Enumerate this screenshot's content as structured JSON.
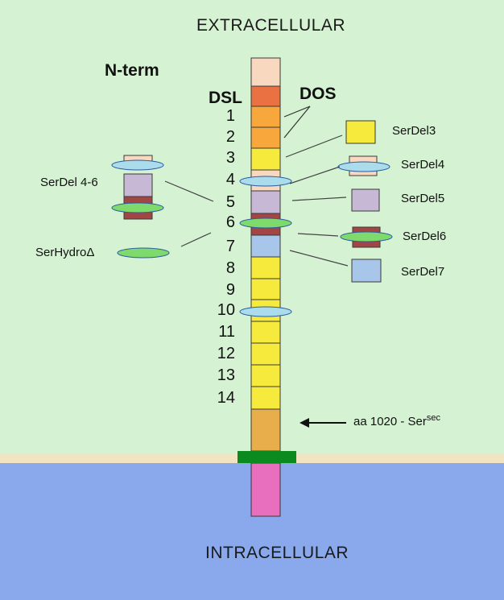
{
  "regions": {
    "extracellular": "EXTRACELLULAR",
    "intracellular": "INTRACELLULAR"
  },
  "labels": {
    "n_term": "N-term",
    "dsl": "DSL",
    "dos": "DOS",
    "annotation_prefix": "aa 1020 - Ser",
    "annotation_sup": "sec"
  },
  "repeats": [
    "1",
    "2",
    "3",
    "4",
    "5",
    "6",
    "7",
    "8",
    "9",
    "10",
    "11",
    "12",
    "13",
    "14"
  ],
  "constructs": {
    "serdel_4_6": "SerDel 4-6",
    "serhydro": "SerHydroΔ",
    "serdel3": "SerDel3",
    "serdel4": "SerDel4",
    "serdel5": "SerDel5",
    "serdel6": "SerDel6",
    "serdel7": "SerDel7"
  },
  "colors": {
    "extracellular_bg": "#d5f2d3",
    "membrane": "#f1e4c3",
    "intracellular_bg": "#89a9ec",
    "n_term_block": "#f9d8c0",
    "dsl": "#ea7142",
    "dos": "#f7a73c",
    "repeat_yellow": "#f6eb3d",
    "repeat_4_peach": "#f9d8c0",
    "repeat_5_lilac": "#c7b9d6",
    "repeat_6_brown": "#a24545",
    "repeat_7_blue": "#a7c6e9",
    "juxtamembrane": "#e9ae4c",
    "transmembrane": "#0a8a1f",
    "intracellular_tail": "#e76fbe",
    "glyco_blue": "#aadcec",
    "glyco_green": "#7fda6e"
  }
}
